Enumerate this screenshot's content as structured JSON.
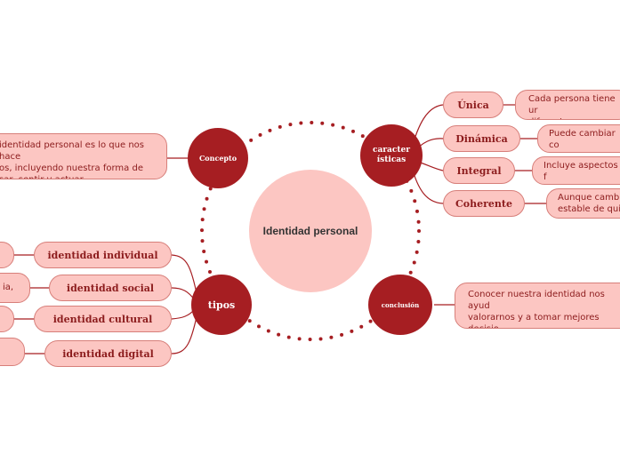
{
  "center": {
    "title": "Identidad personal"
  },
  "nodes": {
    "concepto": "Concepto",
    "caracteristicas": "caracter\nísticas",
    "tipos": "tipos",
    "conclusion": "conclusión"
  },
  "concepto": {
    "note": "identidad personal es lo que nos hace\nos, incluyendo nuestra forma de\nsar, sentir y actuar."
  },
  "caracteristicas": {
    "items": [
      {
        "label": "Única",
        "note": "Cada persona tiene ur\ndiferente."
      },
      {
        "label": "Dinámica",
        "note": "Puede cambiar co\nexperiencias."
      },
      {
        "label": "Integral",
        "note": "Incluye aspectos f\nsociales y cultural"
      },
      {
        "label": "Coherente",
        "note": "Aunque cambi\nestable de qui"
      }
    ]
  },
  "tipos": {
    "items": [
      {
        "label": "identidad individual",
        "note": ""
      },
      {
        "label": "identidad social",
        "note": "ia,"
      },
      {
        "label": "identidad cultural",
        "note": ""
      },
      {
        "label": "identidad digital",
        "note": ""
      }
    ]
  },
  "conclusion": {
    "note": "Conocer nuestra identidad nos ayud\nvalorarnos y a tomar mejores decisio\nen la vida."
  },
  "colors": {
    "node": "#a61e22",
    "pill": "#fcc6c2",
    "border": "#d77f7a",
    "text": "#8c1c1d"
  }
}
